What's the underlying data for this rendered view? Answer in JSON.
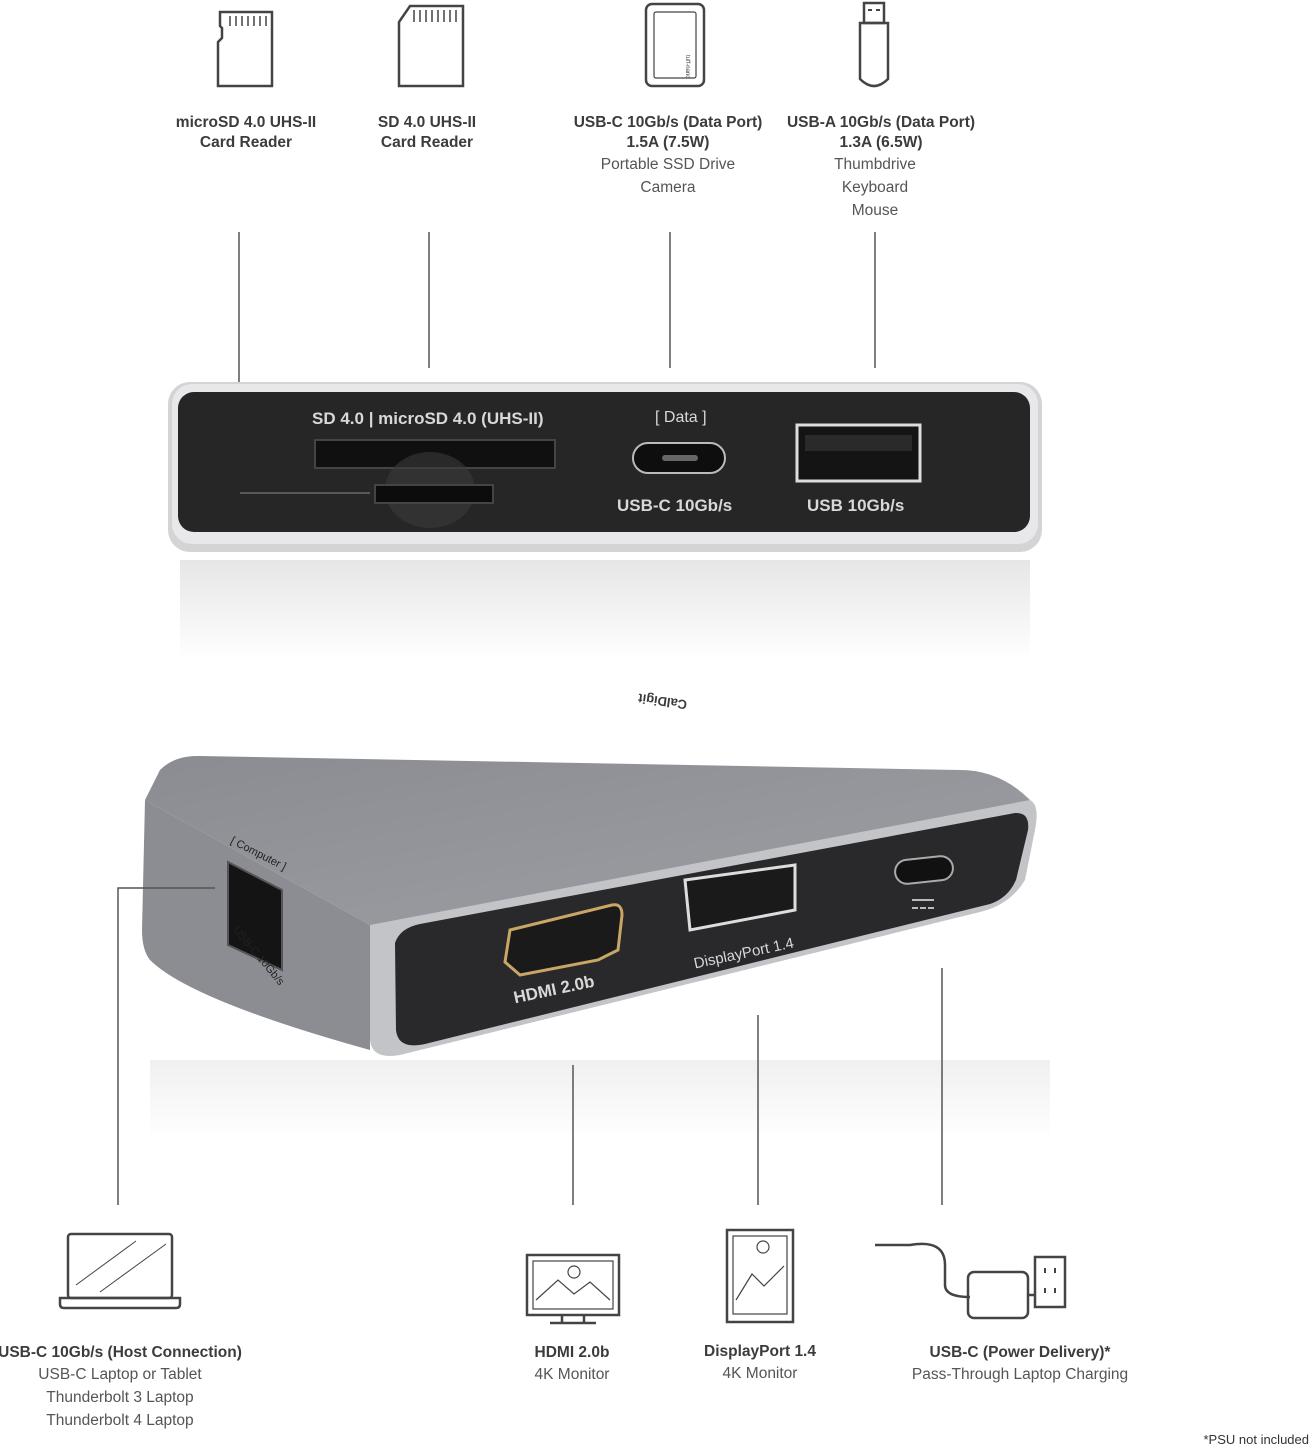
{
  "top_labels": [
    {
      "title": [
        "microSD 4.0 UHS-II",
        "Card Reader"
      ],
      "lines": [],
      "icon": "microsd-card-icon"
    },
    {
      "title": [
        "SD 4.0 UHS-II",
        "Card Reader"
      ],
      "lines": [],
      "icon": "sd-card-icon"
    },
    {
      "title": [
        "USB-C 10Gb/s (Data Port)",
        "1.5A (7.5W)"
      ],
      "lines": [
        "Portable SSD Drive",
        "Camera"
      ],
      "icon": "portable-ssd-icon"
    },
    {
      "title": [
        "USB-A 10Gb/s (Data Port)",
        "1.3A (6.5W)"
      ],
      "lines": [
        "Thumbdrive",
        "Keyboard",
        "Mouse"
      ],
      "icon": "usb-thumbdrive-icon"
    }
  ],
  "ssd_icon_text": "tuff-nano",
  "front_device": {
    "card_label": "SD 4.0 | microSD 4.0 (UHS-II)",
    "data_label": "[ Data ]",
    "usbc_label": "USB-C 10Gb/s",
    "usba_label": "USB 10Gb/s"
  },
  "rear_device": {
    "brand": "CalDigit",
    "computer_label": "[ Computer ]",
    "side_port_label": "USB-C 10Gb/s",
    "hdmi_label": "HDMI 2.0b",
    "dp_label": "DisplayPort 1.4"
  },
  "bottom_labels": [
    {
      "title": "USB-C 10Gb/s (Host Connection)",
      "lines": [
        "USB-C Laptop or Tablet",
        "Thunderbolt 3 Laptop",
        "Thunderbolt 4 Laptop"
      ],
      "icon": "laptop-icon"
    },
    {
      "title": "HDMI 2.0b",
      "lines": [
        "4K Monitor"
      ],
      "icon": "monitor-icon"
    },
    {
      "title": "DisplayPort 1.4",
      "lines": [
        "4K Monitor"
      ],
      "icon": "portrait-monitor-icon"
    },
    {
      "title": "USB-C (Power Delivery)*",
      "lines": [
        "Pass-Through Laptop Charging"
      ],
      "icon": "power-adapter-icon"
    }
  ],
  "footnote": "*PSU not included"
}
